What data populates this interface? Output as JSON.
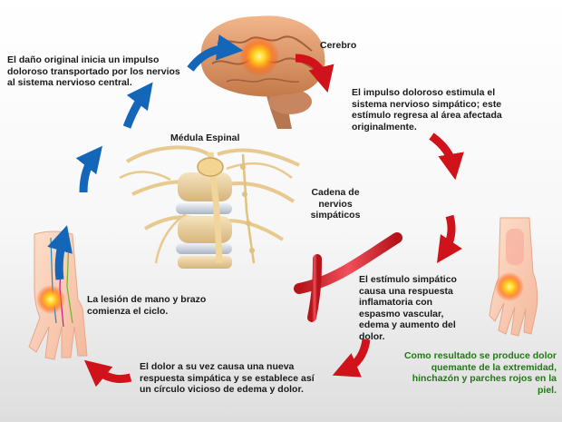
{
  "labels": {
    "brain": "Cerebro",
    "spinal_cord": "Médula Espinal",
    "sympathetic_chain": "Cadena de nervios simpáticos"
  },
  "steps": [
    {
      "id": "step-1",
      "text": "El daño original inicia un impulso doloroso transportado por los nervios al sistema nervioso central."
    },
    {
      "id": "step-2",
      "text": "El impulso doloroso estimula el sistema nervioso simpático; este estímulo regresa al área afectada originalmente."
    },
    {
      "id": "step-3",
      "text": "El estímulo simpático causa una respuesta inflamatoria con espasmo vascular, edema y aumento del dolor."
    },
    {
      "id": "step-4",
      "text": "El dolor a su vez causa una nueva respuesta simpática y se establece así un círculo vicioso de edema y dolor."
    },
    {
      "id": "step-5",
      "text": "La lesión de mano y brazo comienza el ciclo."
    }
  ],
  "result": "Como resultado se produce dolor quemante de la extremidad, hinchazón y parches rojos en la piel.",
  "colors": {
    "arrow_blue": "#1466b8",
    "arrow_red": "#d0121a",
    "result_text": "#1f7a12",
    "pain_spot": "#ffcc00"
  }
}
